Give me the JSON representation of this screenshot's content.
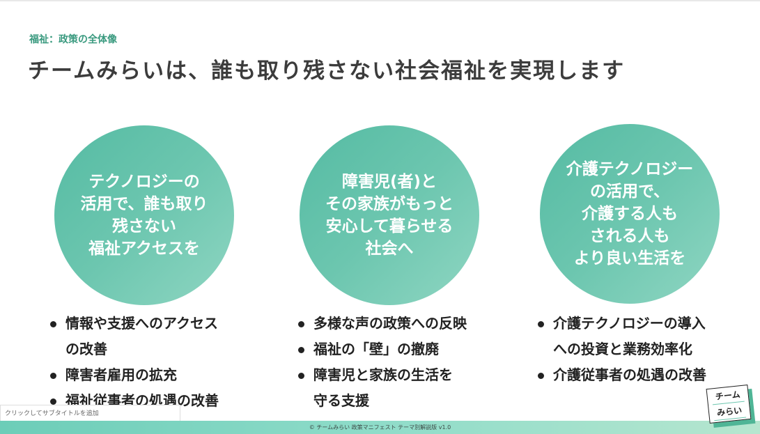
{
  "header": {
    "kicker": "福祉：政策の全体像",
    "title": "チームみらいは、誰も取り残さない社会福祉を実現します"
  },
  "columns": [
    {
      "circle_text": "テクノロジーの\n活用で、誰も取り\n残さない\n福祉アクセスを",
      "bullets": [
        "情報や支援へのアクセス\nの改善",
        "障害者雇用の拡充",
        "福祉従事者の処遇の改善"
      ]
    },
    {
      "circle_text": "障害児(者)と\nその家族がもっと\n安心して暮らせる\n社会へ",
      "bullets": [
        "多様な声の政策への反映",
        "福祉の「壁」の撤廃",
        "障害児と家族の生活を\n守る支援"
      ]
    },
    {
      "circle_text": "介護テクノロジー\nの活用で、\n介護する人も\nされる人も\nより良い生活を",
      "bullets": [
        "介護テクノロジーの導入\nへの投資と業務効率化",
        "介護従事者の処遇の改善"
      ]
    }
  ],
  "subtitle_placeholder": "クリックしてサブタイトルを追加",
  "footer": "© チームみらい 政策マニフェスト テーマ別解説版 v1.0",
  "logo": {
    "line1": "チーム",
    "line2": "みらい"
  },
  "colors": {
    "accent": "#3a9a7f",
    "circle_start": "#55bba3",
    "circle_end": "#8fd6c2"
  }
}
